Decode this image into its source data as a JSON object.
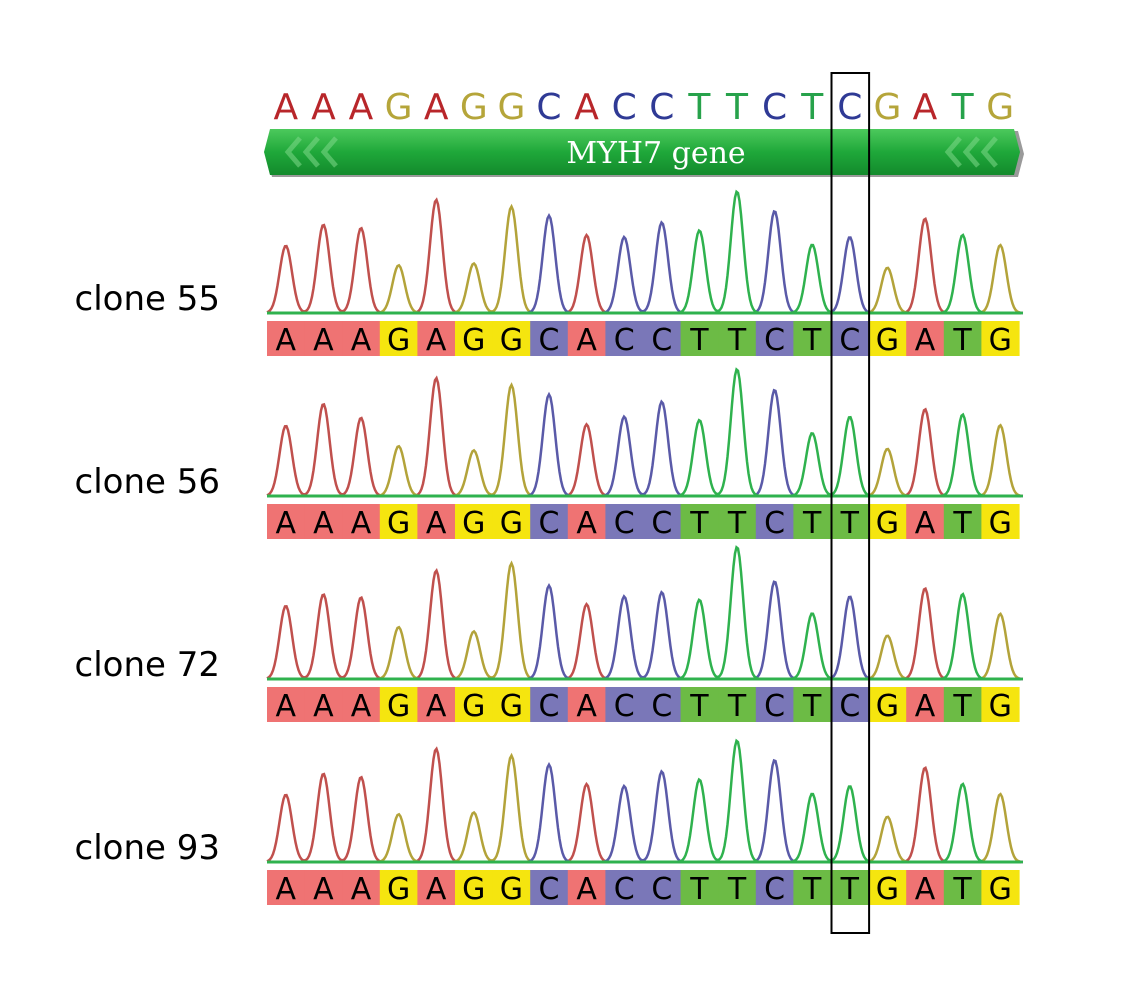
{
  "reference": {
    "sequence": [
      "A",
      "A",
      "A",
      "G",
      "A",
      "G",
      "G",
      "C",
      "A",
      "C",
      "C",
      "T",
      "T",
      "C",
      "T",
      "C",
      "G",
      "A",
      "T",
      "G"
    ]
  },
  "gene": {
    "label": "MYH7 gene"
  },
  "highlight": {
    "position_index": 15
  },
  "colors": {
    "text": {
      "A": "#b8262a",
      "G": "#b5a53a",
      "C": "#2f3a95",
      "T": "#27a24b"
    },
    "trace": {
      "A": "#c0504d",
      "G": "#b3a33a",
      "C": "#5a5aa8",
      "T": "#2fb24e"
    },
    "cell": {
      "A": "#ef7373",
      "G": "#f5e50f",
      "C": "#7a77b8",
      "T": "#6cbb45"
    },
    "gene_arrow": "#22a83d",
    "baseline": "#2fb24e"
  },
  "clones": [
    {
      "label": "clone 55",
      "sequence": [
        "A",
        "A",
        "A",
        "G",
        "A",
        "G",
        "G",
        "C",
        "A",
        "C",
        "C",
        "T",
        "T",
        "C",
        "T",
        "C",
        "G",
        "A",
        "T",
        "G"
      ]
    },
    {
      "label": "clone 56",
      "sequence": [
        "A",
        "A",
        "A",
        "G",
        "A",
        "G",
        "G",
        "C",
        "A",
        "C",
        "C",
        "T",
        "T",
        "C",
        "T",
        "T",
        "G",
        "A",
        "T",
        "G"
      ]
    },
    {
      "label": "clone 72",
      "sequence": [
        "A",
        "A",
        "A",
        "G",
        "A",
        "G",
        "G",
        "C",
        "A",
        "C",
        "C",
        "T",
        "T",
        "C",
        "T",
        "C",
        "G",
        "A",
        "T",
        "G"
      ]
    },
    {
      "label": "clone 93",
      "sequence": [
        "A",
        "A",
        "A",
        "G",
        "A",
        "G",
        "G",
        "C",
        "A",
        "C",
        "C",
        "T",
        "T",
        "C",
        "T",
        "T",
        "G",
        "A",
        "T",
        "G"
      ]
    }
  ]
}
